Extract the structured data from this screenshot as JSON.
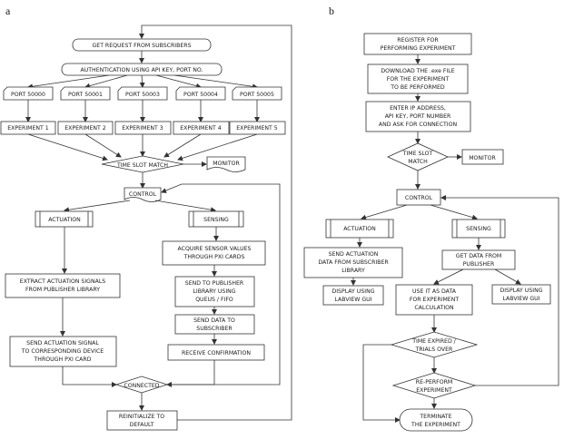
{
  "panel_a": {
    "label": "a",
    "get_request": "GET REQUEST FROM SUBSCRIBERS",
    "authentication": "AUTHENTICATION USING API KEY, PORT NO.",
    "ports": [
      "PORT 50000",
      "PORT 50001",
      "PORT 50003",
      "PORT 50004",
      "PORT 50005"
    ],
    "experiments": [
      "EXPERIMENT 1",
      "EXPERIMENT 2",
      "EXPERIMENT 3",
      "EXPERIMENT 4",
      "EXPERIMENT 5"
    ],
    "time_slot_match": "TIME SLOT MATCH",
    "monitor": "MONITOR",
    "control": "CONTROL",
    "actuation": "ACTUATION",
    "sensing": "SENSING",
    "acquire_sensor": [
      "ACQUIRE SENSOR VALUES",
      "THROUGH PXI CARDS"
    ],
    "extract_actuation": [
      "EXTRACT ACTUATION SIGNALS",
      "FROM PUBLISHER LIBRARY"
    ],
    "send_to_publisher": [
      "SEND TO PUBLISHER",
      "LIBRARY USING",
      "QUEUS / FIFO"
    ],
    "send_data_subscriber": [
      "SEND DATA TO",
      "SUBSCRIBER"
    ],
    "send_actuation_signal": [
      "SEND ACTUATION SIGNAL",
      "TO CORRESPONDING DEVICE",
      "THROUGH PXI CARD"
    ],
    "receive_confirmation": "RECEIVE CONFIRMATION",
    "connected": "CONNECTED",
    "reinitialize": [
      "REINITIALIZE TO",
      "DEFAULT"
    ]
  },
  "panel_b": {
    "label": "b",
    "register": [
      "REGISTER FOR",
      "PERFORMING EXPERIMENT"
    ],
    "download": [
      "DOWNLOAD THE .exe FILE",
      "FOR THE EXPERIMENT",
      "TO BE PERFORMED"
    ],
    "enter_ip": [
      "ENTER IP ADDRESS,",
      "API KEY, PORT NUMBER",
      "AND ASK FOR CONNECTION"
    ],
    "time_slot_match": [
      "TIME SLOT",
      "MATCH"
    ],
    "monitor": "MONITOR",
    "control": "CONTROL",
    "actuation": "ACTUATION",
    "sensing": "SENSING",
    "send_actuation_data": [
      "SEND ACTUATION",
      "DATA FROM SUBSCRIBER",
      "LIBRARY"
    ],
    "get_data": [
      "GET DATA FROM",
      "PUBLISHER"
    ],
    "display_left": [
      "DISPLAY USING",
      "LABVIEW GUI"
    ],
    "use_data": [
      "USE IT AS DATA",
      "FOR EXPERIMENT",
      "CALCULATION"
    ],
    "display_right": [
      "DISPLAY USING",
      "LABVIEW GUI"
    ],
    "time_expired": [
      "TIME EXPIRED /",
      "TRIALS OVER"
    ],
    "re_perform": [
      "RE-PERFORM",
      "EXPERIMENT"
    ],
    "terminate": [
      "TERMINATE",
      "THE EXPERIMENT"
    ]
  }
}
